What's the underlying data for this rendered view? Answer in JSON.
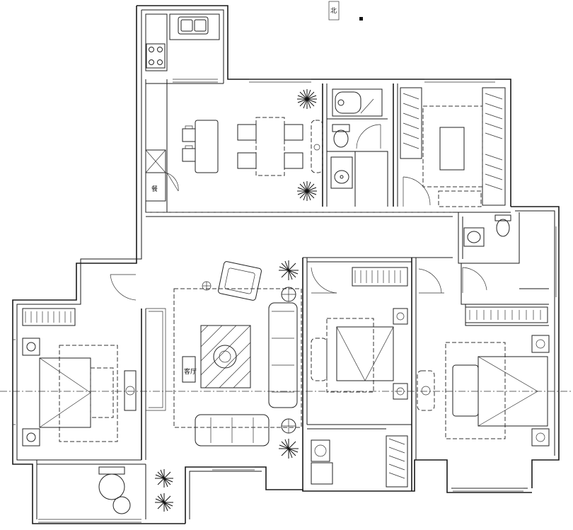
{
  "labels": {
    "north_marker": "北",
    "living_room": "客厅",
    "dining": "餐"
  },
  "colors": {
    "line": "#1a1a1a",
    "background": "#ffffff"
  },
  "icons": [
    "toilet-icon",
    "basin-icon",
    "bathtub-icon",
    "plant-icon",
    "stove-icon",
    "sink-icon",
    "lamp-icon",
    "door-swing-icon"
  ]
}
